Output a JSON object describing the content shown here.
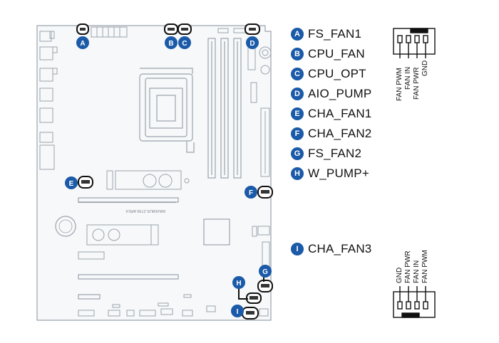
{
  "legend": [
    {
      "letter": "A",
      "label": "FS_FAN1"
    },
    {
      "letter": "B",
      "label": "CPU_FAN"
    },
    {
      "letter": "C",
      "label": "CPU_OPT"
    },
    {
      "letter": "D",
      "label": "AIO_PUMP"
    },
    {
      "letter": "E",
      "label": "CHA_FAN1"
    },
    {
      "letter": "F",
      "label": "CHA_FAN2"
    },
    {
      "letter": "G",
      "label": "FS_FAN2"
    },
    {
      "letter": "H",
      "label": "W_PUMP+"
    },
    {
      "letter": "I",
      "label": "CHA_FAN3"
    }
  ],
  "board": {
    "silkscreen": "MAXIMUS Z790 APEX",
    "markers": [
      "A",
      "B",
      "C",
      "D",
      "E",
      "F",
      "G",
      "H",
      "I"
    ]
  },
  "pinout_top": [
    "FAN PWM",
    "FAN IN",
    "FAN PWR",
    "GND"
  ],
  "pinout_bottom": [
    "GND",
    "FAN PWR",
    "FAN IN",
    "FAN PWM"
  ],
  "colors": {
    "badge": "#1a5aa8",
    "board_line": "#9aa3ad"
  }
}
